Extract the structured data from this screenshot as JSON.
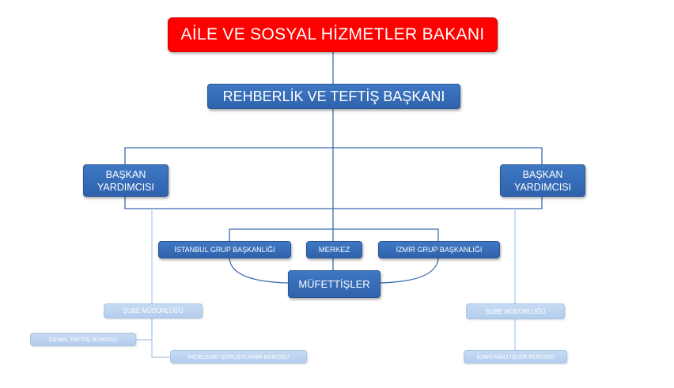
{
  "colors": {
    "minister": "#ff0000",
    "primary_blue": "#3568b5",
    "light_blue": "#bdd4f0",
    "connector": "#3b6bb0"
  },
  "org": {
    "minister": "AİLE VE SOSYAL HİZMETLER BAKANI",
    "director": "REHBERLİK VE TEFTİŞ BAŞKANI",
    "deputy_left": "BAŞKAN YARDIMCISI",
    "deputy_right": "BAŞKAN YARDIMCISI",
    "istanbul": "İSTANBUL GRUP BAŞKANLIĞI",
    "merkez": "MERKEZ",
    "izmir": "İZMİR GRUP BAŞKANLIĞI",
    "inspectors": "MÜFETTİŞLER",
    "sube_left": "ŞUBE MÜDÜRLÜĞÜ",
    "sube_right": "ŞUBE MÜDÜRLÜĞÜ",
    "genel_teftis": "GENEL TEFTİŞ BÜROSU",
    "inceleme": "İNCELEME-SORUŞTURMA BÜROSU",
    "idari_mali": "İDARİ-MALİ İŞLER BÜROSU"
  }
}
